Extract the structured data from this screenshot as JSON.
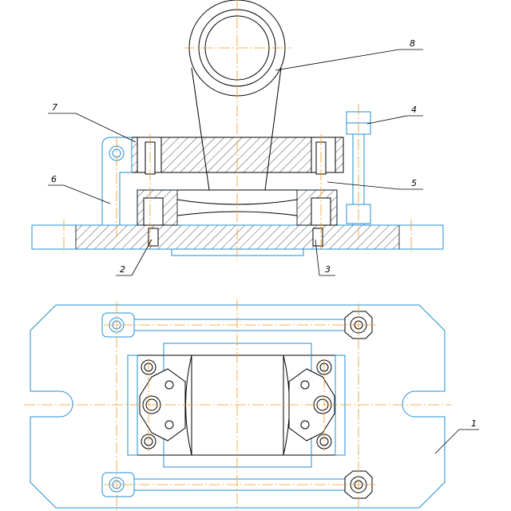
{
  "colors": {
    "outline": "#1f8fd6",
    "centerline": "#f29a1f",
    "hatch": "#000000",
    "leader": "#000000",
    "label": "#000000"
  },
  "callouts": [
    {
      "id": "1",
      "label": "1"
    },
    {
      "id": "2",
      "label": "2"
    },
    {
      "id": "3",
      "label": "3"
    },
    {
      "id": "4",
      "label": "4"
    },
    {
      "id": "5",
      "label": "5"
    },
    {
      "id": "6",
      "label": "6"
    },
    {
      "id": "7",
      "label": "7"
    },
    {
      "id": "8",
      "label": "8"
    }
  ]
}
